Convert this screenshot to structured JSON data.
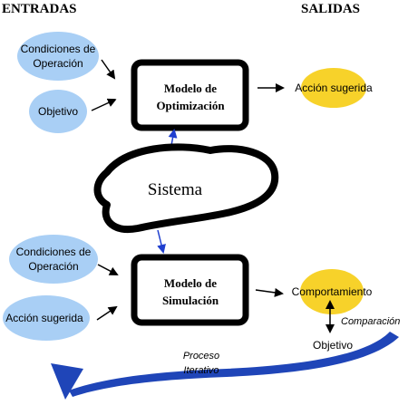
{
  "headers": {
    "inputs": "ENTRADAS",
    "outputs": "SALIDAS"
  },
  "optimization": {
    "input_conditions_line1": "Condiciones de",
    "input_conditions_line2": "Operación",
    "input_objective": "Objetivo",
    "box_line1": "Modelo de",
    "box_line2": "Optimización",
    "output": "Acción sugerida"
  },
  "system": {
    "label": "Sistema"
  },
  "simulation": {
    "input_conditions_line1": "Condiciones de",
    "input_conditions_line2": "Operación",
    "input_action": "Acción sugerida",
    "box_line1": "Modelo de",
    "box_line2": "Simulación",
    "output": "Comportamiento",
    "comparison": "Comparación",
    "objective": "Objetivo"
  },
  "loop": {
    "line1": "Proceso",
    "line2": "Iterativo"
  },
  "colors": {
    "input_ellipse": "#a9cff5",
    "output_ellipse": "#f7d22a",
    "blue_arrow": "#1f3fcf",
    "loop_arrow": "#1f45b8"
  }
}
